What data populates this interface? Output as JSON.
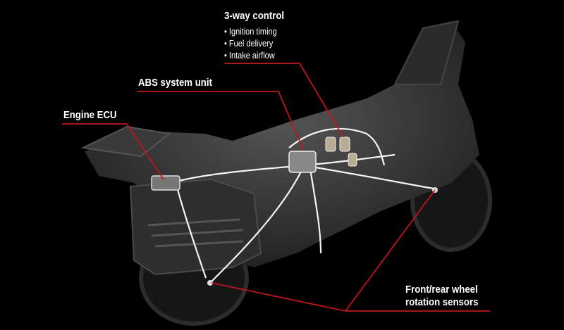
{
  "labels": {
    "three_way": {
      "title": "3-way control",
      "items": [
        "• Ignition timing",
        "• Fuel delivery",
        "• Intake airflow"
      ]
    },
    "abs": "ABS system unit",
    "ecu": "Engine ECU",
    "sensors": [
      "Front/rear wheel",
      "rotation sensors"
    ]
  },
  "colors": {
    "leader": "#c0141c",
    "wire": "#ffffff",
    "bike": "#3a3a3a"
  }
}
